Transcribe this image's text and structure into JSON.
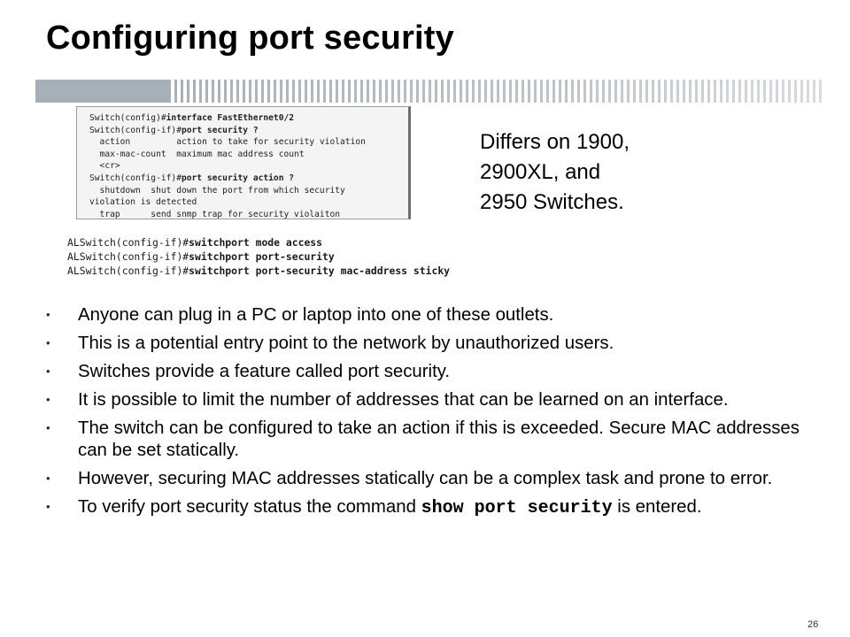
{
  "slide": {
    "title": "Configuring port security",
    "page_number": "26"
  },
  "terminal": {
    "lines": [
      {
        "prompt": "Switch(config)#",
        "cmd": "interface FastEthernet0/2",
        "rest": ""
      },
      {
        "prompt": "Switch(config-if)#",
        "cmd": "port security ?",
        "rest": ""
      },
      {
        "prompt": "  action         action to take for security violation",
        "cmd": "",
        "rest": ""
      },
      {
        "prompt": "  max-mac-count  maximum mac address count",
        "cmd": "",
        "rest": ""
      },
      {
        "prompt": "  <cr>",
        "cmd": "",
        "rest": ""
      },
      {
        "prompt": "Switch(config-if)#",
        "cmd": "port security action ?",
        "rest": ""
      },
      {
        "prompt": "  shutdown  shut down the port from which security",
        "cmd": "",
        "rest": ""
      },
      {
        "prompt": "violation is detected",
        "cmd": "",
        "rest": ""
      },
      {
        "prompt": "  trap      send snmp trap for security violaiton",
        "cmd": "",
        "rest": ""
      }
    ]
  },
  "note": {
    "lines": [
      "Differs on 1900,",
      "2900XL, and",
      "2950 Switches."
    ]
  },
  "commands": {
    "lines": [
      {
        "prompt": "ALSwitch(config-if)#",
        "cmd": "switchport mode access"
      },
      {
        "prompt": "ALSwitch(config-if)#",
        "cmd": "switchport port-security"
      },
      {
        "prompt": "ALSwitch(config-if)#",
        "cmd": "switchport port-security mac-address sticky"
      }
    ]
  },
  "bullets": [
    {
      "text": "Anyone can plug in a PC or laptop into one of these outlets."
    },
    {
      "text": "This is a potential entry point to the network by unauthorized users."
    },
    {
      "text": "Switches provide a feature called port security."
    },
    {
      "text": "It is possible to limit the number of addresses that can be learned on an interface."
    },
    {
      "text": "The switch can be configured to take an action if this is exceeded. Secure MAC addresses can be set statically."
    },
    {
      "text": "However, securing MAC addresses statically can be a complex task and prone to error."
    },
    {
      "text": "To verify port security status the command ",
      "code": "show port security",
      "after": " is entered."
    }
  ],
  "colors": {
    "bar": "#a7b0b8",
    "terminal_bg": "#f4f4f4"
  }
}
